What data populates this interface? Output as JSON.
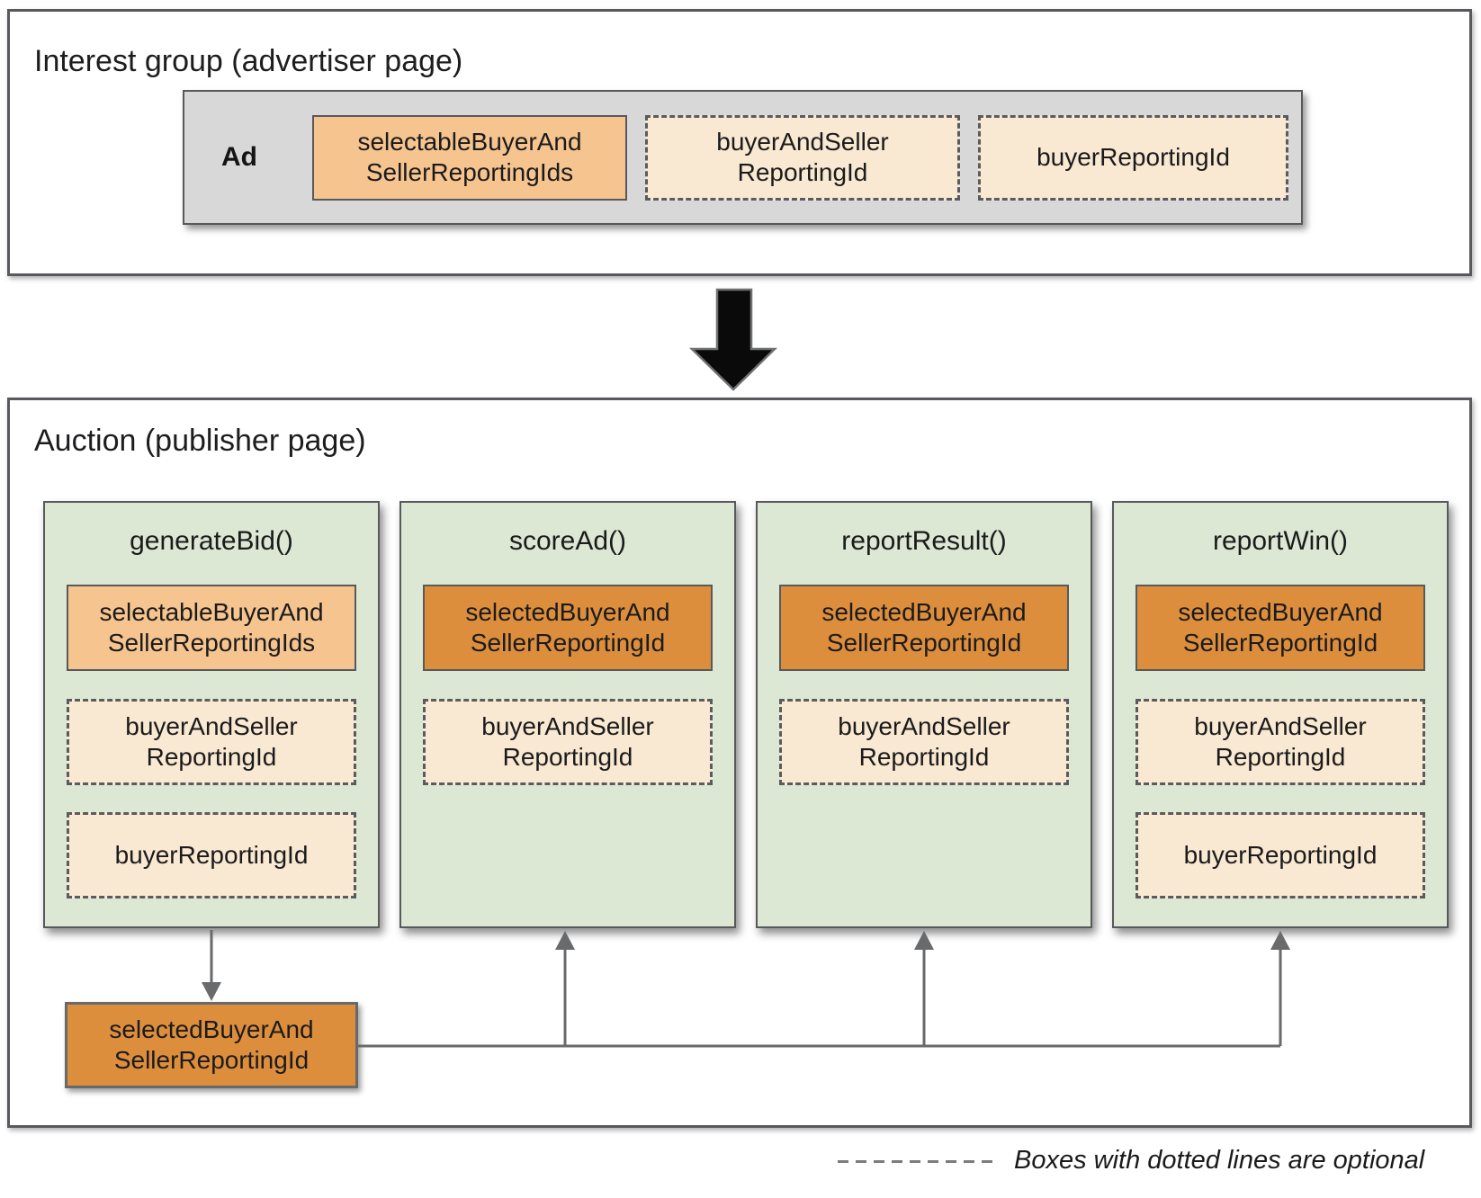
{
  "colors": {
    "panel_border": "#58595c",
    "ad_container_gray": "#d8d8d8",
    "column_green": "#dce8d4",
    "light_orange": "#f6c48f",
    "cream_optional": "#f9e8d2",
    "dark_orange": "#dd8e3d",
    "connector_gray": "#696a6c",
    "arrow_black": "#0a0a0a"
  },
  "interest_group": {
    "title": "Interest group (advertiser page)",
    "ad_label": "Ad",
    "boxes": [
      {
        "line1": "selectableBuyerAnd",
        "line2": "SellerReportingIds",
        "optional": false
      },
      {
        "line1": "buyerAndSeller",
        "line2": "ReportingId",
        "optional": true
      },
      {
        "line1": "buyerReportingId",
        "line2": "",
        "optional": true
      }
    ]
  },
  "auction": {
    "title": "Auction (publisher page)",
    "columns": [
      {
        "name": "generateBid()",
        "boxes": [
          {
            "line1": "selectableBuyerAnd",
            "line2": "SellerReportingIds",
            "optional": false
          },
          {
            "line1": "buyerAndSeller",
            "line2": "ReportingId",
            "optional": true
          },
          {
            "line1": "buyerReportingId",
            "line2": "",
            "optional": true
          }
        ]
      },
      {
        "name": "scoreAd()",
        "boxes": [
          {
            "line1": "selectedBuyerAnd",
            "line2": "SellerReportingId",
            "optional": false
          },
          {
            "line1": "buyerAndSeller",
            "line2": "ReportingId",
            "optional": true
          }
        ]
      },
      {
        "name": "reportResult()",
        "boxes": [
          {
            "line1": "selectedBuyerAnd",
            "line2": "SellerReportingId",
            "optional": false
          },
          {
            "line1": "buyerAndSeller",
            "line2": "ReportingId",
            "optional": true
          }
        ]
      },
      {
        "name": "reportWin()",
        "boxes": [
          {
            "line1": "selectedBuyerAnd",
            "line2": "SellerReportingId",
            "optional": false
          },
          {
            "line1": "buyerAndSeller",
            "line2": "ReportingId",
            "optional": true
          },
          {
            "line1": "buyerReportingId",
            "line2": "",
            "optional": true
          }
        ]
      }
    ],
    "selected_output": {
      "line1": "selectedBuyerAnd",
      "line2": "SellerReportingId"
    }
  },
  "legend": {
    "text": "Boxes with dotted lines are optional"
  }
}
